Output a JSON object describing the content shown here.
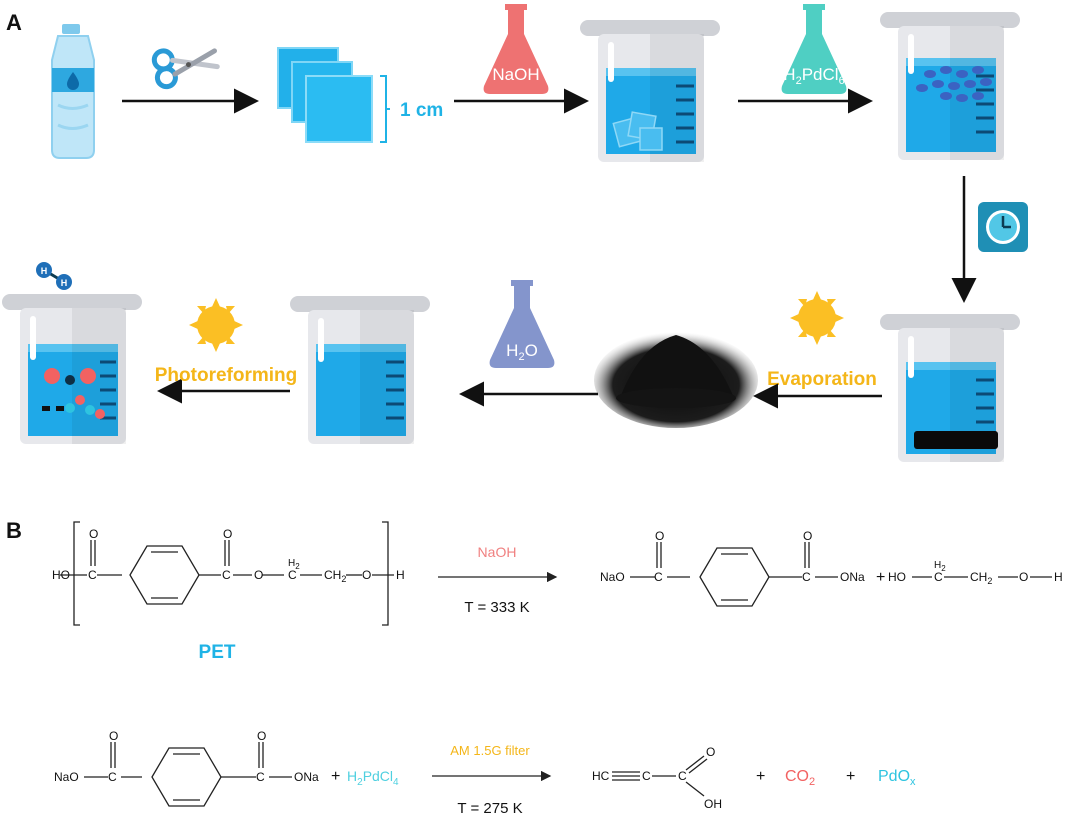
{
  "colors": {
    "water": "#1fa9e8",
    "cyan_text": "#1fb3e6",
    "yellow_text": "#f4b619",
    "naoh_text": "#f08080",
    "co2_text": "#f26262",
    "pdox_text": "#2ec4e0",
    "h2pdcl4_text": "#4fd0e0",
    "beaker_glass": "#e7e8ec",
    "flask_red": "#ee7272",
    "flask_teal": "#4fcfc3",
    "flask_blue": "#8495cc"
  },
  "icons": [
    "water-bottle-icon",
    "scissors-icon",
    "pet-squares-icon",
    "flask-icon",
    "beaker-icon",
    "clock-icon",
    "sun-icon",
    "catalyst-powder-icon",
    "h2-molecule-icon"
  ],
  "panel_a": {
    "label": "A",
    "size_label": "1 cm",
    "naoh_flask": "NaOH",
    "h2pdcl6_flask": {
      "base": "H",
      "sub1": "2",
      "mid": "PdCl",
      "sub2": "6"
    },
    "h2o_flask": {
      "base": "H",
      "sub": "2",
      "tail": "O"
    },
    "evaporation": "Evaporation",
    "photoreforming": "Photoreforming"
  },
  "panel_b": {
    "label": "B",
    "reaction1": {
      "pet_label": "PET",
      "reagent": "NaOH",
      "condition": "T = 333 K",
      "plus": "+",
      "reactant_fragments": {
        "ho": "HO",
        "c1": "C",
        "o1": "O",
        "c2": "C",
        "o2": "O",
        "ch2a": "C",
        "h2a": "H",
        "sub2a": "2",
        "ch2b": "CH",
        "sub2b": "2",
        "o3": "O",
        "h": "H"
      },
      "product_fragments": {
        "nao": "NaO",
        "c1": "C",
        "o1": "O",
        "c2": "C",
        "o2": "O",
        "ona": "ONa",
        "ho": "HO",
        "c3": "C",
        "h2a": "H",
        "sub2a": "2",
        "ch2b": "CH",
        "sub2b": "2",
        "o3": "O",
        "h": "H"
      }
    },
    "reaction2": {
      "reagent": "AM 1.5G filter",
      "condition": "T = 275 K",
      "h2pdcl4": {
        "base": "H",
        "sub1": "2",
        "mid": "PdCl",
        "sub2": "4"
      },
      "plus": "+",
      "co2": {
        "base": "CO",
        "sub": "2"
      },
      "pdox": {
        "base": "PdO",
        "sub": "x"
      },
      "reactant_fragments": {
        "nao": "NaO",
        "c1": "C",
        "o1": "O",
        "c2": "C",
        "o2": "O",
        "ona": "ONa"
      },
      "product_fragments": {
        "hc": "HC",
        "c": "C",
        "c2": "C",
        "o": "O",
        "oh": "OH"
      }
    }
  }
}
